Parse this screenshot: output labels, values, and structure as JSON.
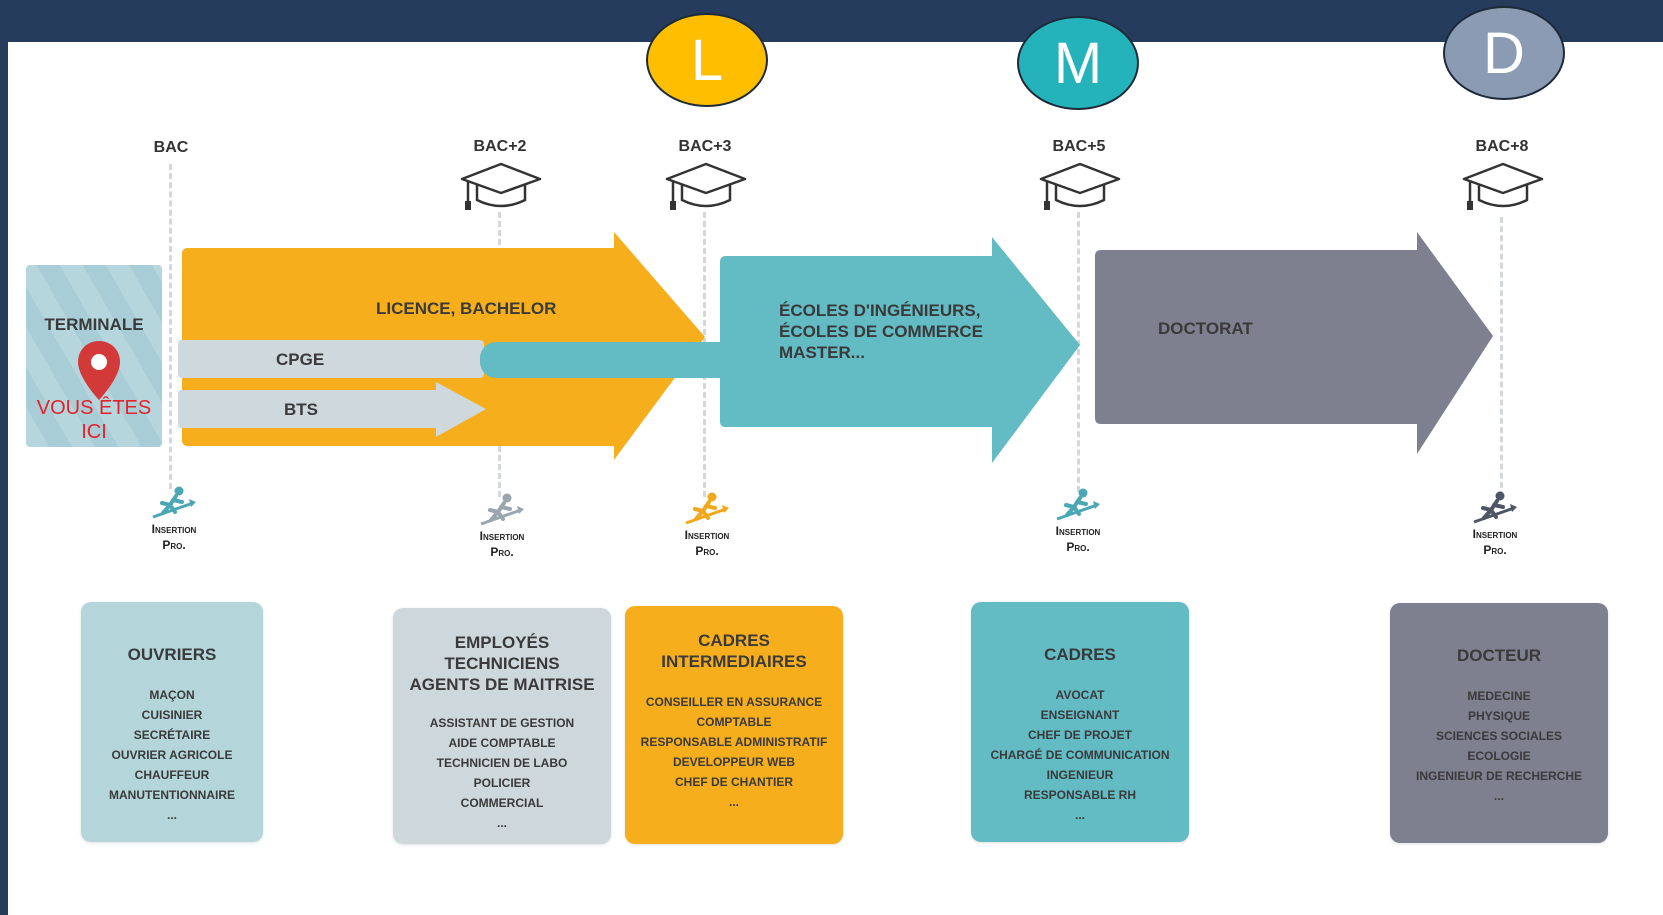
{
  "degrees": [
    {
      "letter": "L",
      "color": "#ffbe00"
    },
    {
      "letter": "M",
      "color": "#25b3bb"
    },
    {
      "letter": "D",
      "color": "#8a9bb3"
    }
  ],
  "levels": [
    "BAC",
    "BAC+2",
    "BAC+3",
    "BAC+5",
    "BAC+8"
  ],
  "terminal": {
    "title": "TERMINALE",
    "here": "VOUS ÊTES\nICI",
    "pin_color": "#d23a3a"
  },
  "flows": {
    "licence": {
      "label": "LICENCE, BACHELOR",
      "color": "#f7ae1c"
    },
    "cpge": {
      "label": "CPGE",
      "color": "#ced8dd"
    },
    "bts": {
      "label": "BTS",
      "color": "#ced8dd"
    },
    "ecoles": {
      "label": "ÉCOLES D'INGÉNIEURS,\nÉCOLES DE COMMERCE\nMASTER...",
      "color": "#63bbc4"
    },
    "doctorat": {
      "label": "DOCTORAT",
      "color": "#7e7f8f"
    }
  },
  "insertion_label": "Insertion\nPro.",
  "cards": [
    {
      "title": "OUVRIERS",
      "color": "#b4d6db",
      "items": [
        "MAÇON",
        "CUISINIER",
        "SECRÉTAIRE",
        "OUVRIER AGRICOLE",
        "CHAUFFEUR",
        "MANUTENTIONNAIRE",
        "..."
      ]
    },
    {
      "title": "EMPLOYÉS\nTECHNICIENS\nAGENTS DE MAITRISE",
      "color": "#cdd7dc",
      "items": [
        "ASSISTANT DE GESTION",
        "AIDE COMPTABLE",
        "TECHNICIEN DE LABO",
        "POLICIER",
        "COMMERCIAL",
        "..."
      ]
    },
    {
      "title": "CADRES\nINTERMEDIAIRES",
      "color": "#f7ae1c",
      "items": [
        "CONSEILLER EN ASSURANCE",
        "COMPTABLE",
        "RESPONSABLE ADMINISTRATIF",
        "DEVELOPPEUR WEB",
        "CHEF DE CHANTIER",
        "..."
      ]
    },
    {
      "title": "CADRES",
      "color": "#63bbc4",
      "items": [
        "AVOCAT",
        "ENSEIGNANT",
        "CHEF DE PROJET",
        "CHARGÉ DE COMMUNICATION",
        "INGENIEUR",
        "RESPONSABLE RH",
        "..."
      ]
    },
    {
      "title": "DOCTEUR",
      "color": "#7e7f8f",
      "items": [
        "MEDECINE",
        "PHYSIQUE",
        "SCIENCES SOCIALES",
        "ECOLOGIE",
        "INGENIEUR DE RECHERCHE",
        "..."
      ]
    }
  ],
  "insertion_icon_colors": [
    "#4aa7b3",
    "#9aa6ad",
    "#f2a81d",
    "#4aa7b3",
    "#4d5566"
  ]
}
